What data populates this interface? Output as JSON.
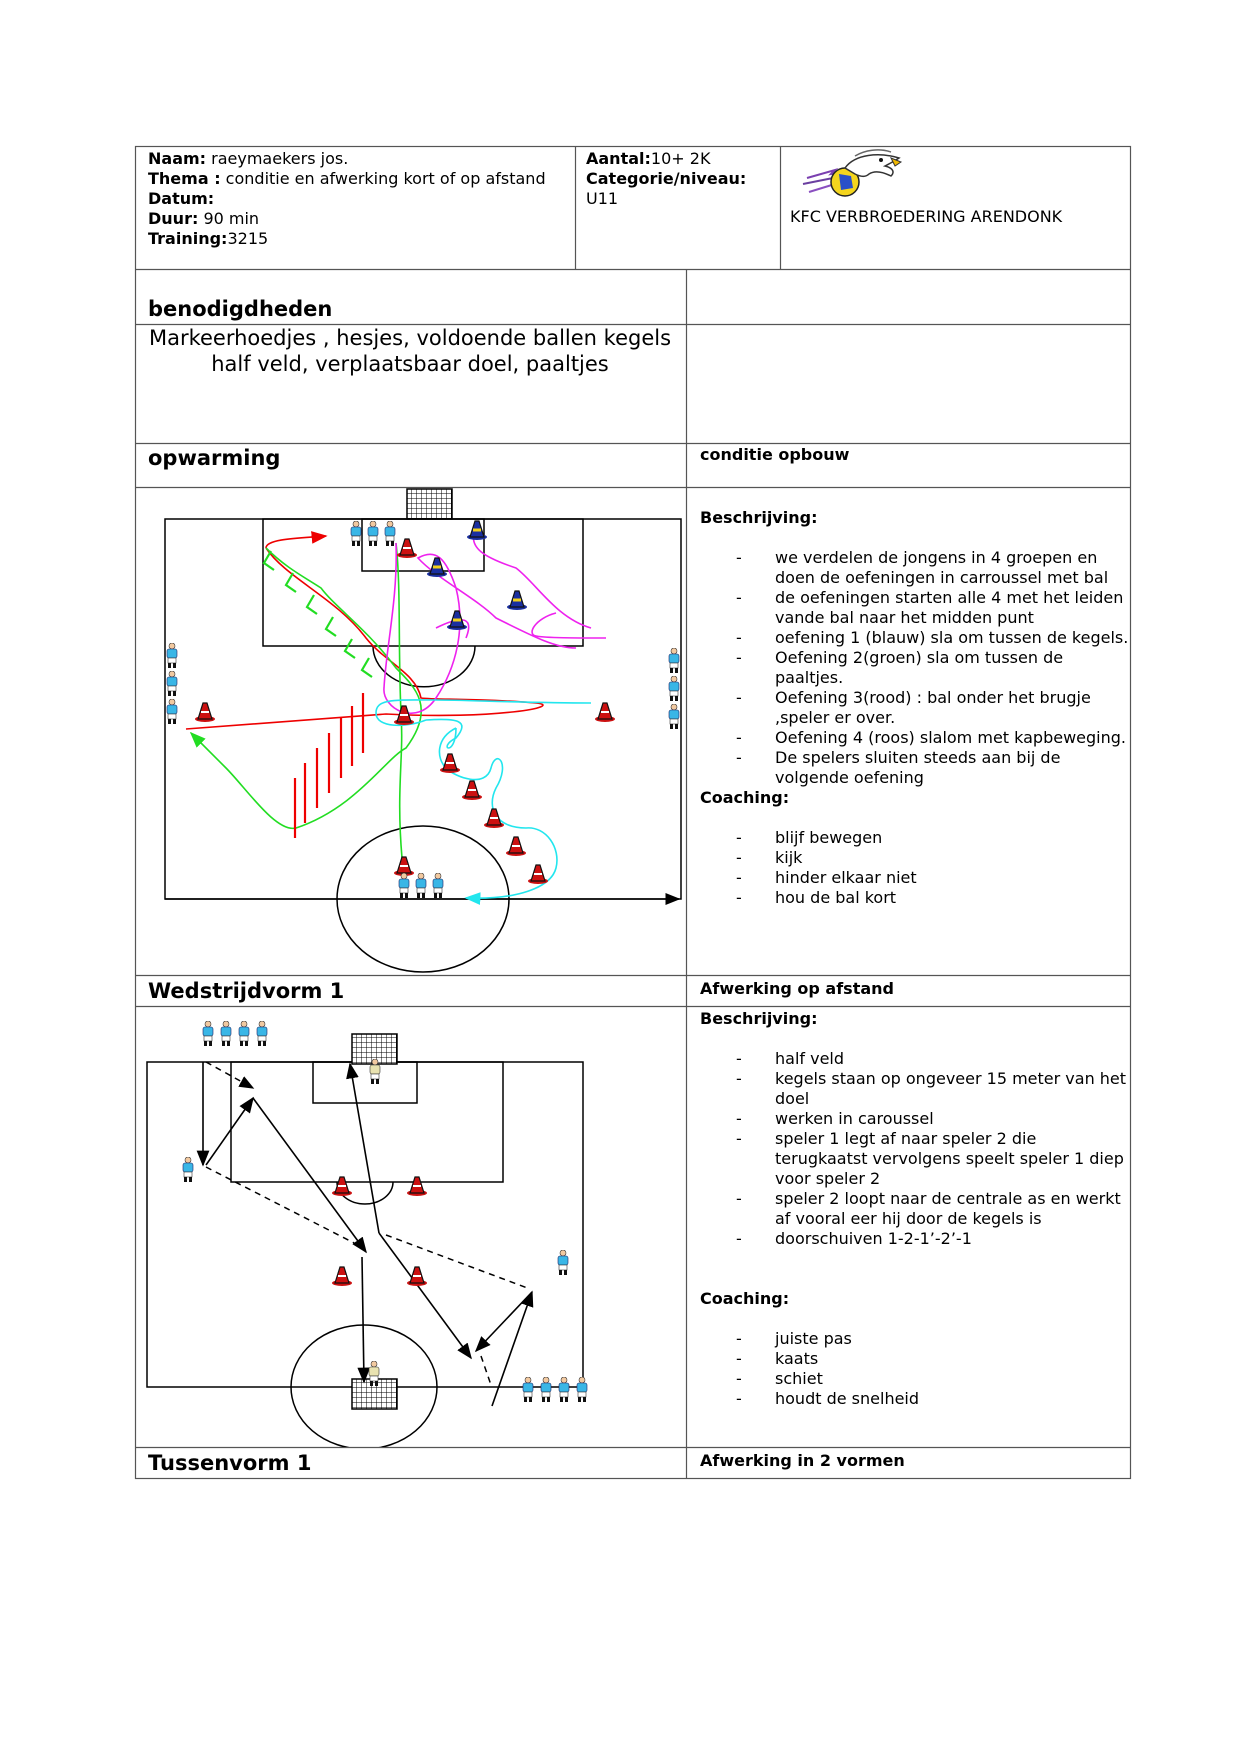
{
  "header": {
    "naam_label": "Naam:",
    "naam_value": " raeymaekers jos.",
    "thema_label": "Thema :",
    "thema_value": " conditie en afwerking kort of op afstand",
    "datum_label": "Datum:",
    "duur_label": "Duur:",
    "duur_value": " 90 min",
    "training_label": "Training:",
    "training_value": "3215",
    "aantal_label": "Aantal:",
    "aantal_value": "10+ 2K",
    "categorie_label": "Categorie/niveau:",
    "categorie_value": "U11",
    "club_name": "KFC VERBROEDERING ARENDONK"
  },
  "benodigdheden": {
    "title": "benodigdheden",
    "line1": "Markeerhoedjes , hesjes, voldoende ballen kegels",
    "line2": "half veld, verplaatsbaar doel, paaltjes"
  },
  "opwarming": {
    "title": "opwarming",
    "subtitle": "conditie opbouw",
    "beschrijving_label": "Beschrijving:",
    "items": [
      "we verdelen de jongens in 4 groepen en doen de oefeningen in carroussel met bal",
      "de oefeningen starten alle 4 met het leiden vande bal naar het midden punt",
      "oefening 1 (blauw) sla om tussen de kegels.",
      "Oefening 2(groen) sla om tussen de paaltjes.",
      "Oefening 3(rood) : bal onder het brugje ,speler er over.",
      "Oefening 4 (roos) slalom met kapbeweging.",
      "De spelers sluiten steeds aan bij de volgende oefening"
    ],
    "coaching_label": "Coaching:",
    "coaching_items": [
      "blijf bewegen",
      "kijk",
      "hinder elkaar niet",
      "hou de bal kort"
    ]
  },
  "wedstrijdvorm": {
    "title": "Wedstrijdvorm 1",
    "subtitle": "Afwerking op afstand",
    "beschrijving_label": "Beschrijving:",
    "items": [
      "half veld",
      "kegels staan op ongeveer 15 meter van het doel",
      "werken in caroussel",
      "speler 1 legt af naar speler 2 die terugkaatst vervolgens speelt speler 1 diep voor speler 2",
      "speler 2 loopt naar de centrale as en werkt af vooral eer hij door de kegels is",
      "doorschuiven 1-2-1’-2’-1"
    ],
    "coaching_label": "Coaching:",
    "coaching_items": [
      "juiste pas",
      "kaats",
      "schiet",
      "houdt de snelheid"
    ]
  },
  "tussenvorm": {
    "title": "Tussenvorm 1",
    "subtitle": "Afwerking in 2 vormen"
  },
  "colors": {
    "line": "#000000",
    "cone_red": "#cc1111",
    "cone_blue": "#1a2fa0",
    "player_blue": "#39b6e6",
    "red": "#ee0000",
    "green": "#22dd22",
    "magenta": "#ee22ee",
    "cyan": "#22e6ee"
  }
}
